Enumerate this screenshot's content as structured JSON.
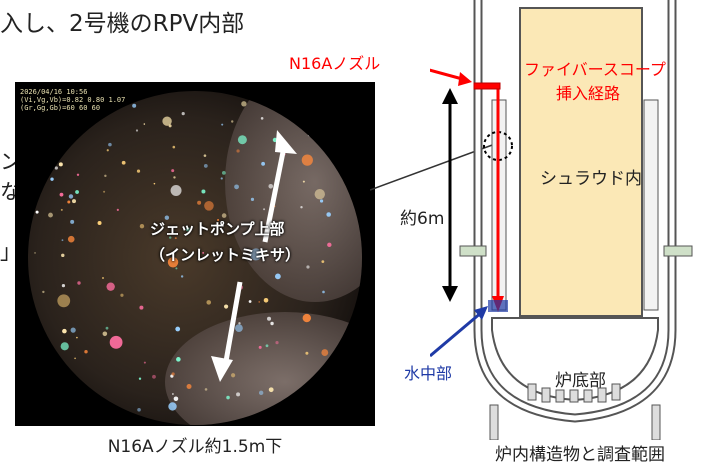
{
  "header_text": "入し、2号機のRPV内部",
  "left_edge_chars": [
    "ン",
    "な",
    "」"
  ],
  "photo": {
    "meta_lines": [
      "2026/04/16 10:56",
      "(Vi,Vg,Vb)=0.82 0.80 1.07",
      "(Gr,Gg,Gb)=60 60 60"
    ],
    "label_line1": "ジェットポンプ上部",
    "label_line2": "（インレットミキサ）",
    "caption": "N16Aノズル約1.5m下"
  },
  "diagram": {
    "nozzle_label": "N16Aノズル",
    "scope_label_line1": "ファイバースコープ",
    "scope_label_line2": "挿入経路",
    "shroud_label": "シュラウド内",
    "height_label": "約6m",
    "underwater_label": "水中部",
    "bottom_label": "炉底部",
    "caption": "炉内構造物と調査範囲"
  },
  "colors": {
    "red": "#ff0000",
    "blue": "#1f3aa6",
    "shroud_fill": "#fbe8b6"
  }
}
